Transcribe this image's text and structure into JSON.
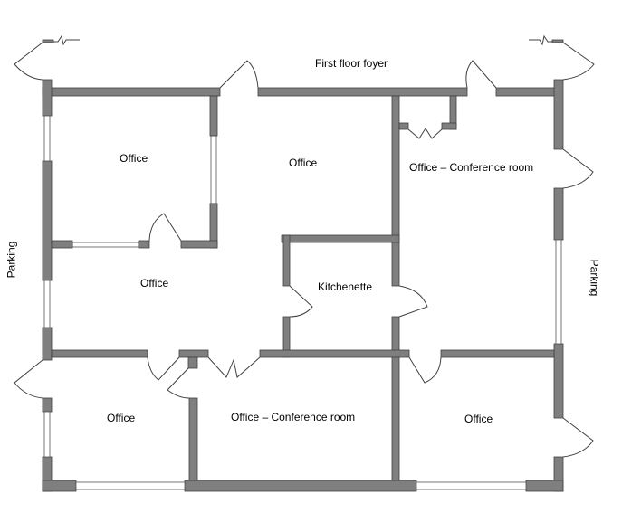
{
  "diagram": {
    "type": "floor-plan",
    "colors": {
      "wall": "#7f7f7f",
      "wall_outline": "#404040",
      "background": "#ffffff",
      "text": "#000000"
    },
    "labels": {
      "foyer": "First floor foyer",
      "parking_left": "Parking",
      "parking_right": "Parking"
    },
    "rooms": [
      {
        "id": "office-top-left",
        "label": "Office"
      },
      {
        "id": "office-top-center",
        "label": "Office"
      },
      {
        "id": "office-conference-top-right",
        "label": "Office – Conference room"
      },
      {
        "id": "office-middle-left",
        "label": "Office"
      },
      {
        "id": "kitchenette",
        "label": "Kitchenette"
      },
      {
        "id": "office-bottom-left",
        "label": "Office"
      },
      {
        "id": "office-conference-bottom-center",
        "label": "Office – Conference room"
      },
      {
        "id": "office-bottom-right",
        "label": "Office"
      }
    ]
  }
}
